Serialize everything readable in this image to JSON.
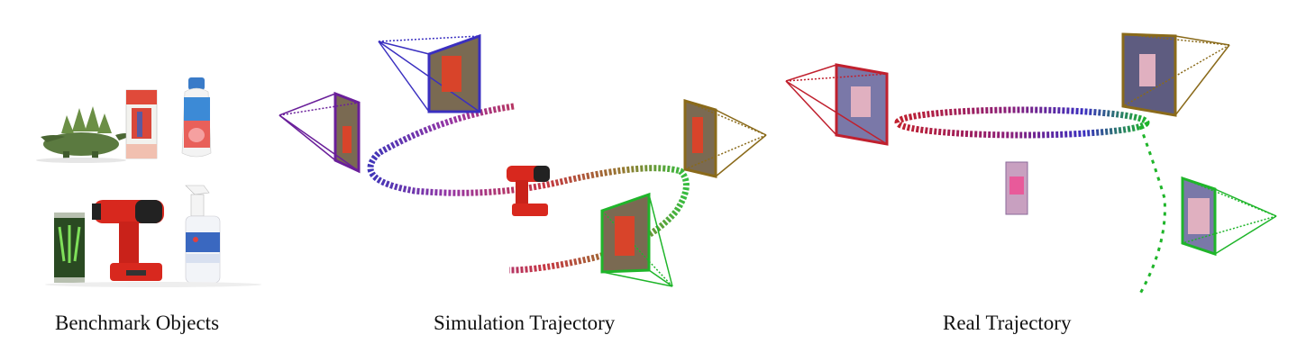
{
  "captions": {
    "objects": "Benchmark Objects",
    "simulation": "Simulation Trajectory",
    "real": "Real Trajectory"
  },
  "objects": [
    {
      "name": "stegosaurus toy",
      "color": "#4f6b3a"
    },
    {
      "name": "juice box",
      "color": "#d9473a"
    },
    {
      "name": "yogurt drink bottle",
      "color": "#3a7bc8"
    },
    {
      "name": "energy drink can",
      "color": "#2f5f2a"
    },
    {
      "name": "power drill",
      "color": "#d8281e"
    },
    {
      "name": "spray bottle",
      "color": "#e6ecf4"
    }
  ],
  "trajectory_colors": {
    "purple": "#6a1f9a",
    "blue": "#3a2fc0",
    "red": "#c0202e",
    "olive": "#8a6a1a",
    "green": "#1fb52a"
  }
}
